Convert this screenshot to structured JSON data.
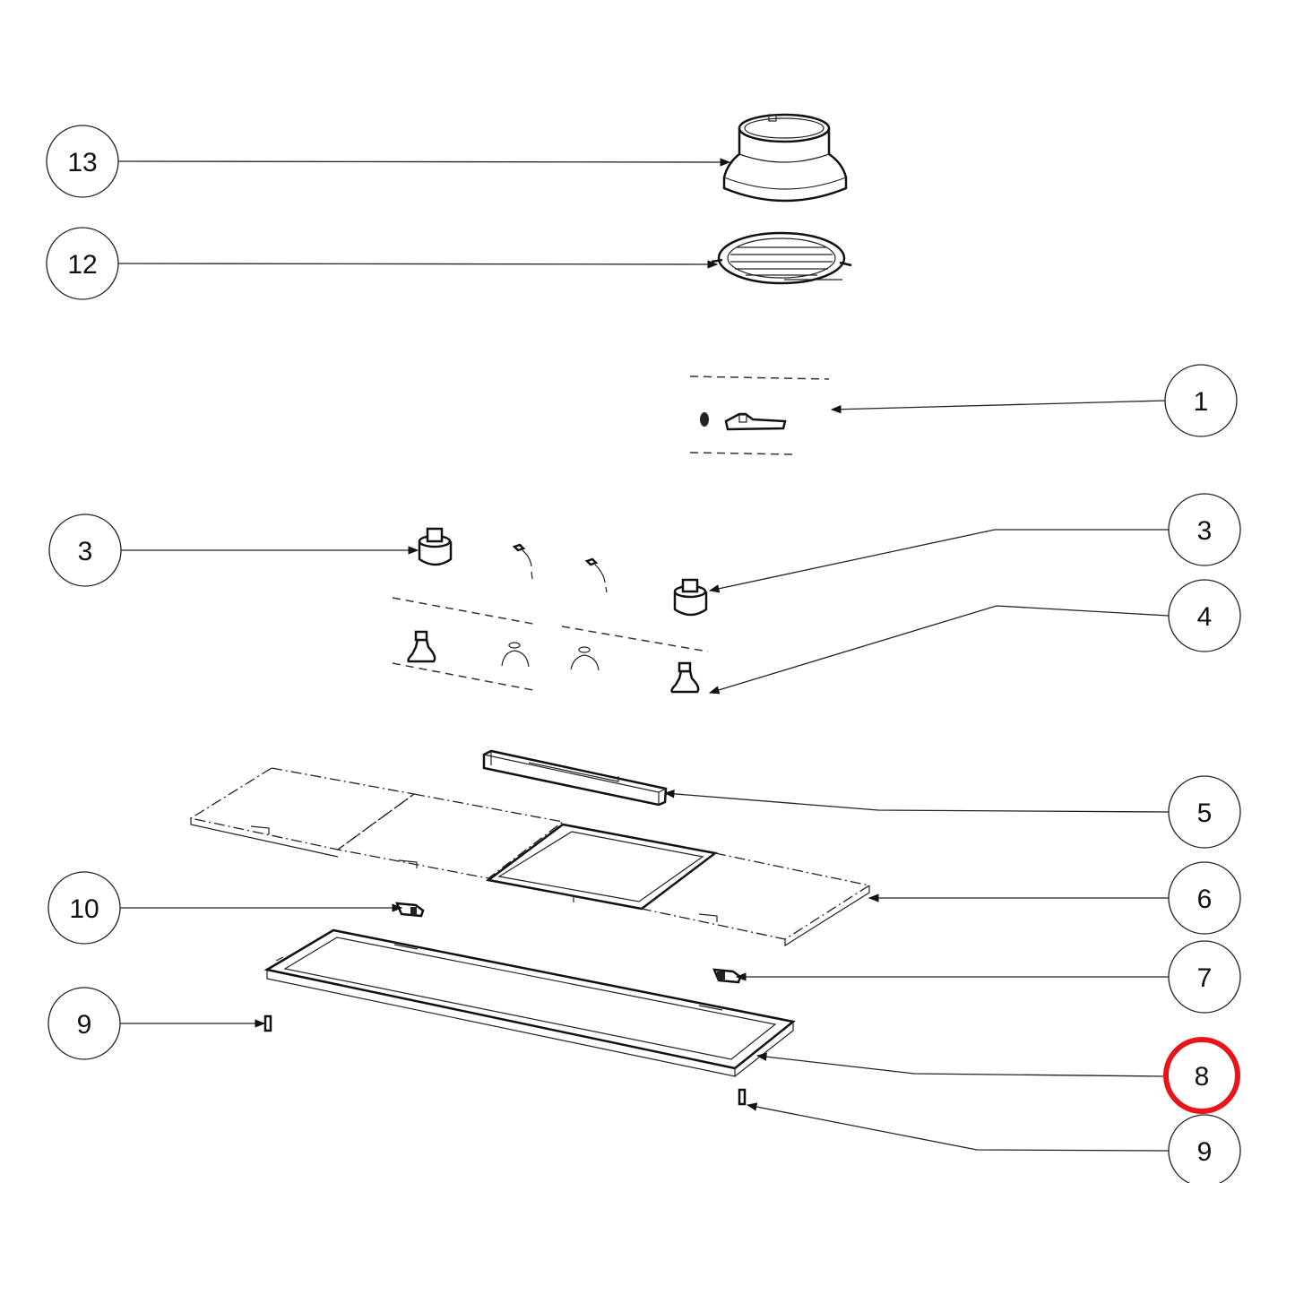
{
  "callouts": {
    "c13": "13",
    "c12": "12",
    "c1": "1",
    "c3_left": "3",
    "c3_right": "3",
    "c4": "4",
    "c5": "5",
    "c6": "6",
    "c10": "10",
    "c7": "7",
    "c9_left": "9",
    "c8": "8",
    "c9_right": "9"
  },
  "highlight": {
    "target": "8",
    "color": "#e8141c"
  }
}
